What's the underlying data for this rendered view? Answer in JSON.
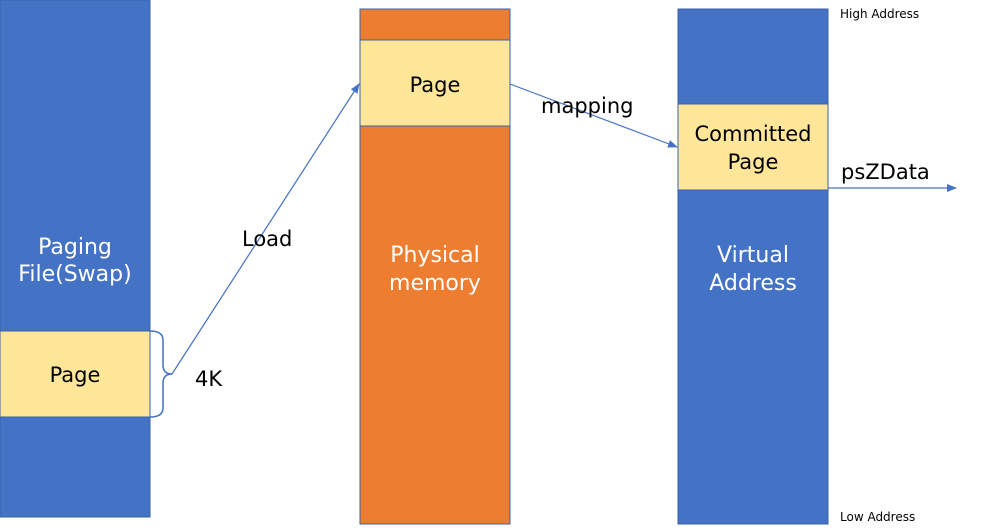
{
  "colors": {
    "swap_blue": "#4472c4",
    "physical_orange": "#ed7d31",
    "page_yellow": "#ffe699",
    "arrow_blue": "#4472c4",
    "text_dark": "#000000",
    "text_white": "#ffffff"
  },
  "paging_file": {
    "label_line1": "Paging",
    "label_line2": "File(Swap)",
    "page_label": "Page",
    "size_label": "4K"
  },
  "physical_memory": {
    "label_line1": "Physical",
    "label_line2": "memory",
    "page_label": "Page"
  },
  "virtual_address": {
    "label_line1": "Virtual",
    "label_line2": "Address",
    "committed_line1": "Committed",
    "committed_line2": "Page",
    "high_label": "High Address",
    "low_label": "Low Address"
  },
  "arrows": {
    "load_label": "Load",
    "mapping_label": "mapping",
    "pointer_label": "psZData"
  }
}
